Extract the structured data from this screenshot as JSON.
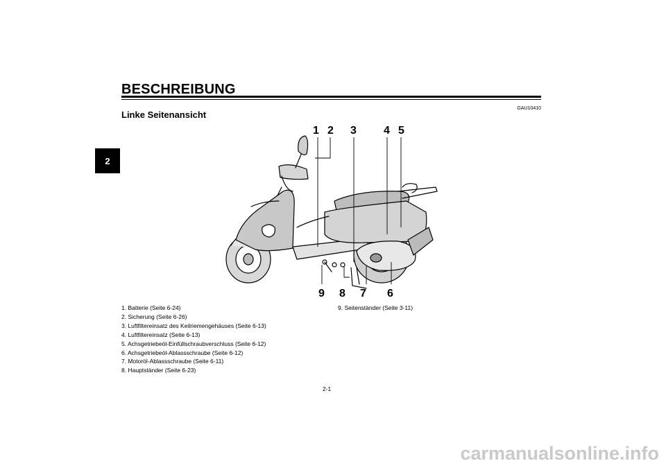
{
  "chapter_tab": "2",
  "page_title": "BESCHREIBUNG",
  "section_code": "GAU10410",
  "section_title": "Linke Seitenansicht",
  "callouts": {
    "c1": "1",
    "c2": "2",
    "c3": "3",
    "c4": "4",
    "c5": "5",
    "c6": "6",
    "c7": "7",
    "c8": "8",
    "c9": "9"
  },
  "legend_left": [
    "1.  Batterie (Seite 6-24)",
    "2.  Sicherung (Seite 6-26)",
    "3.  Luftfiltereinsatz des Keilriemengehäuses (Seite 6-13)",
    "4.  Luftfiltereinsatz (Seite 6-13)",
    "5.  Achsgetriebeöl-Einfüllschraubverschluss (Seite 6-12)",
    "6.  Achsgetriebeöl-Ablassschraube (Seite 6-12)",
    "7.  Motoröl-Ablassschraube (Seite 6-11)",
    "8.  Hauptständer (Seite 6-23)"
  ],
  "legend_right": [
    "9.  Seitenständer (Seite 3-11)"
  ],
  "page_number": "2-1",
  "watermark": "carmanualsonline.info"
}
